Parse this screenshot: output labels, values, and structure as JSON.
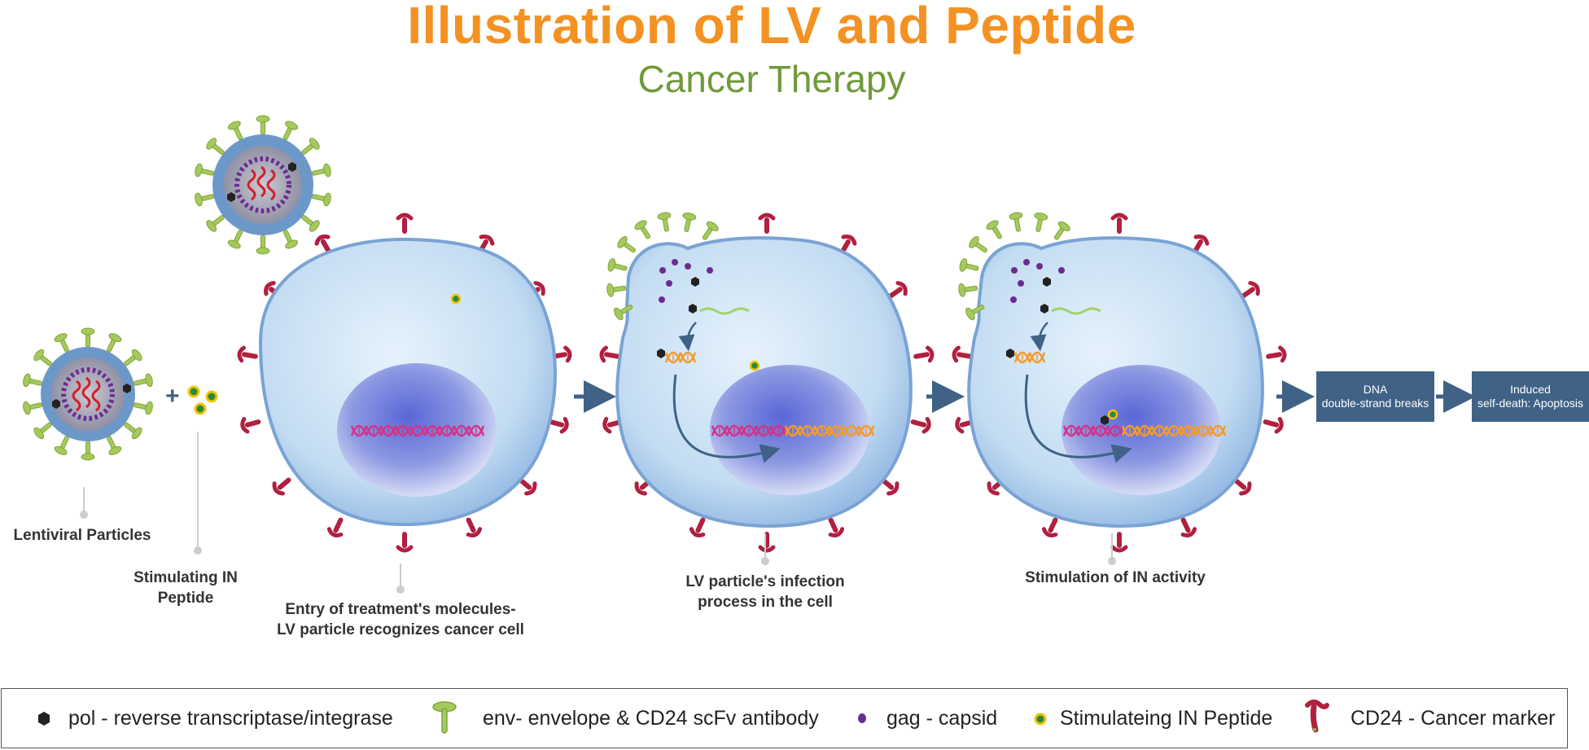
{
  "title": "Illustration of LV and Peptide",
  "subtitle": "Cancer Therapy",
  "captions": {
    "lentiviral": "Lentiviral Particles",
    "peptide_line1": "Stimulating IN",
    "peptide_line2": "Peptide",
    "entry_line1": "Entry of treatment's molecules-",
    "entry_line2": "LV particle recognizes cancer cell",
    "infection_line1": "LV particle's infection",
    "infection_line2": "process in the cell",
    "stimulation": "Stimulation of IN activity"
  },
  "plus_sign": "+",
  "boxes": {
    "dsb_line1": "DNA",
    "dsb_line2": "double-strand breaks",
    "apoptosis_line1": "Induced",
    "apoptosis_line2": "self-death: Apoptosis"
  },
  "legend": {
    "pol": "pol - reverse transcriptase/integrase",
    "env": "env- envelope & CD24 scFv antibody",
    "gag": "gag - capsid",
    "peptide": "Stimulateing IN Peptide",
    "cd24": "CD24 - Cancer marker"
  },
  "colors": {
    "title": "#f39223",
    "subtitle": "#6f9a3a",
    "cell_fill": "#c3dcf2",
    "cell_edge": "#6c98c9",
    "nucleus": "#6f7fd6",
    "cd24_marker": "#b0203f",
    "env_spike": "#a6c95c",
    "gag": "#6b2c91",
    "peptide_ring": "#f0c400",
    "peptide_core": "#2c8a3a",
    "dna_pink": "#d0358a",
    "dna_orange": "#f29a2e",
    "arrow": "#3f6286",
    "box": "#3f6286"
  },
  "icons": [
    "pol-hexagon-icon",
    "env-spike-icon",
    "gag-dot-icon",
    "peptide-ring-icon",
    "cd24-marker-icon"
  ]
}
